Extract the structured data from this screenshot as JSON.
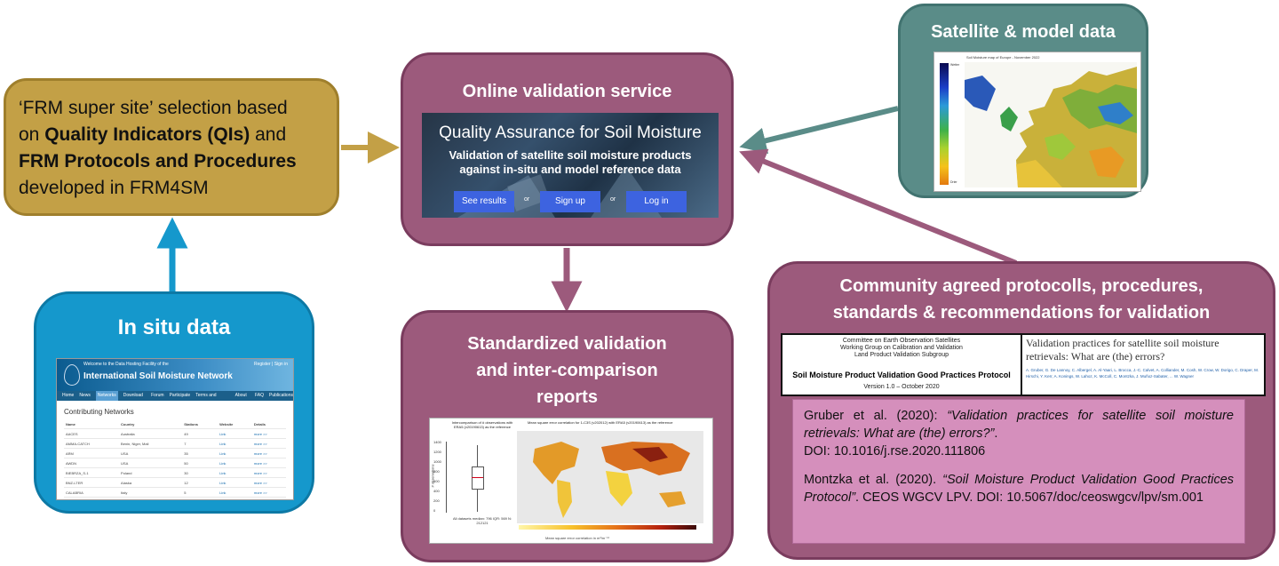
{
  "frm_box": {
    "line1": "‘FRM super site’ selection based",
    "line2_prefix": "on ",
    "line2_bold": "Quality Indicators (QIs)",
    "line2_suffix": " and",
    "line3_bold": "FRM Protocols and Procedures",
    "line4": "developed in FRM4SM"
  },
  "in_situ": {
    "title": "In situ data",
    "screenshot": {
      "welcome": "Welcome to the Data Hosting Facility of the",
      "site_name": "International Soil Moisture Network",
      "register": "Register",
      "signin": "Sign in",
      "nav": [
        "Home",
        "News",
        "Networks",
        "Download Info",
        "Forum",
        "Participate",
        "Terms and Conditions",
        "About Us",
        "FAQ",
        "Publications"
      ],
      "active_nav": "Networks",
      "heading": "Contributing Networks",
      "columns": [
        "Name",
        "Country",
        "Stations",
        "Website",
        "Details"
      ],
      "rows": [
        [
          "AACES",
          "Australia",
          "49",
          "Link",
          "more >>"
        ],
        [
          "AMMA-CATCH",
          "Benin, Niger, Mali",
          "7",
          "Link",
          "more >>"
        ],
        [
          "ARM",
          "USA",
          "35",
          "Link",
          "more >>"
        ],
        [
          "AWDN",
          "USA",
          "50",
          "Link",
          "more >>"
        ],
        [
          "BIEBRZA_S-1",
          "Poland",
          "30",
          "Link",
          "more >>"
        ],
        [
          "BNZ-LTER",
          "Alaska",
          "12",
          "Link",
          "more >>"
        ],
        [
          "CALABRIA",
          "Italy",
          "5",
          "Link",
          "more >>"
        ]
      ]
    }
  },
  "online": {
    "title": "Online validation service",
    "banner_title": "Quality Assurance for Soil Moisture",
    "banner_sub1": "Validation of satellite soil moisture products",
    "banner_sub2": "against in-situ and model reference data",
    "btn_results": "See results",
    "btn_signup": "Sign up",
    "btn_login": "Log in",
    "or": "or"
  },
  "satellite": {
    "title": "Satellite & model data",
    "map_caption": "Soil Moisture map of Europe - November 2022",
    "scale_top": "Wetter",
    "scale_bottom": "Drier"
  },
  "reports": {
    "title_l1": "Standardized validation",
    "title_l2": "and inter-comparison",
    "title_l3": "reports",
    "box_title": "Intercomparison of # observations with ERA5 (v20190613) as the reference",
    "map_title": "Mean square error correlation for 1-C3S (v202012) with ERA5 (v20190613) as the reference",
    "y_ticks": [
      "1400",
      "1200",
      "1000",
      "800",
      "600",
      "400",
      "200",
      "0"
    ],
    "y_label": "# observations",
    "box_footer": "All datasets median: 796 IQR: 569 N: 212121",
    "colorbar_label": "Mean square error correlation in m³/m⁻¹²"
  },
  "community": {
    "title_l1": "Community agreed protocolls, procedures,",
    "title_l2": "standards & recommendations for validation",
    "doc_left": {
      "org1": "Committee on Earth Observation Satellites",
      "org2": "Working Group on Calibration and Validation",
      "org3": "Land Product Validation Subgroup",
      "title": "Soil Moisture Product Validation Good Practices Protocol",
      "version": "Version 1.0 – October 2020"
    },
    "doc_right": {
      "title": "Validation practices for satellite soil moisture retrievals: What are (the) errors?",
      "authors": "A. Gruber, G. De Lannoy, C. Albergel, A. Al-Yaari, L. Brocca, J.-C. Calvet, A. Colliander, M. Cosh, W. Crow, W. Dorigo, C. Draper, M. Hirschi, Y. Kerr, A. Konings, W. Lahoz, K. McColl, C. Montzka, J. Muñoz-Sabater, ... W. Wagner"
    },
    "ref1_prefix": "Gruber et al. (2020): ",
    "ref1_title": "“Validation practices for satellite soil moisture retrievals: What are (the) errors?”",
    "ref1_suffix": ".",
    "ref1_doi": "DOI: 10.1016/j.rse.2020.111806",
    "ref2_prefix": "Montzka et al. (2020). ",
    "ref2_title": "“Soil Moisture Product Validation Good Practices Protocol”",
    "ref2_suffix": ". CEOS WGCV LPV. DOI: 10.5067/doc/ceoswgcv/lpv/sm.001"
  },
  "colors": {
    "frm": "#c3a046",
    "in_situ": "#1598cc",
    "plum": "#9c5a7c",
    "satellite": "#5a8c88",
    "refs": "#d58fbc"
  }
}
